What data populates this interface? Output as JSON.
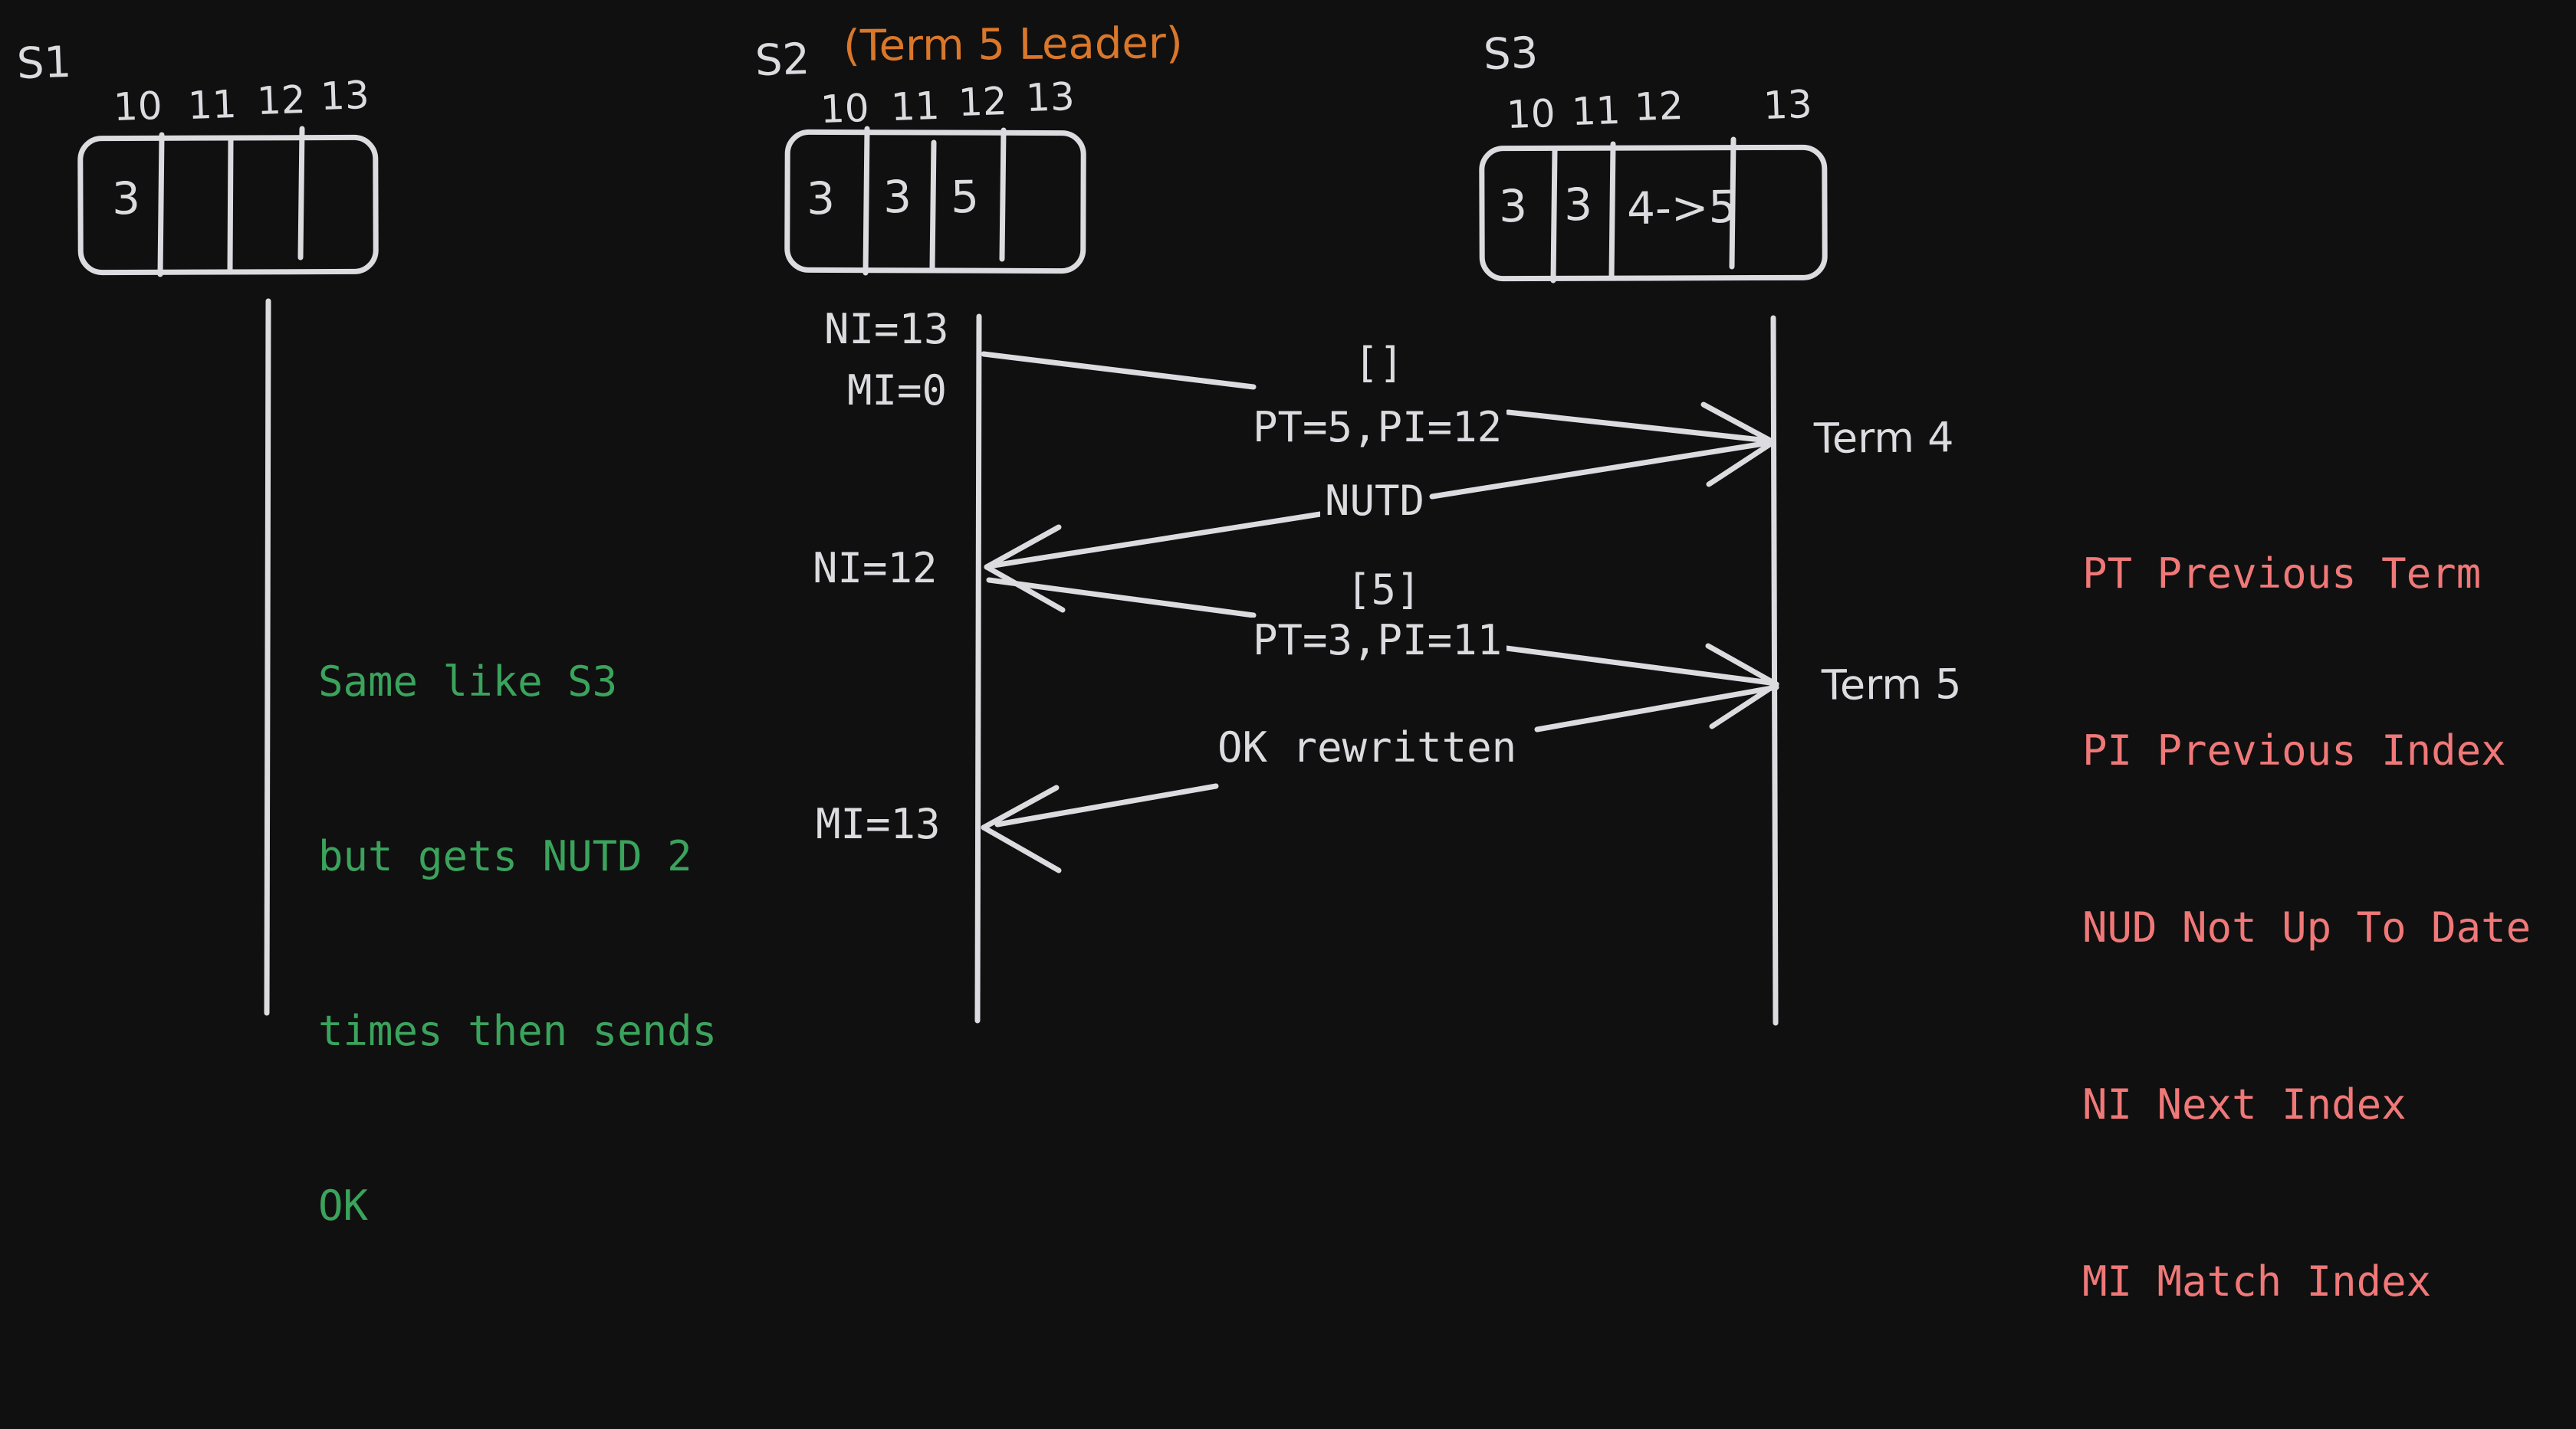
{
  "canvas": {
    "background": "#101010",
    "stroke_color": "#dcdce0",
    "orange": "#d9772a",
    "green": "#3aa35c",
    "red": "#f07878"
  },
  "servers": [
    {
      "label": "S1",
      "annotation": "",
      "indices": [
        "10",
        "11",
        "12",
        "13"
      ],
      "cells": [
        "3",
        "",
        "",
        ""
      ]
    },
    {
      "label": "S2",
      "annotation": "(Term 5 Leader)",
      "indices": [
        "10",
        "11",
        "12",
        "13"
      ],
      "cells": [
        "3",
        "3",
        "5",
        ""
      ]
    },
    {
      "label": "S3",
      "annotation": "",
      "indices": [
        "10",
        "11",
        "12",
        "13"
      ],
      "cells": [
        "3",
        "3",
        "4->5",
        ""
      ]
    }
  ],
  "sequence": {
    "s2_markers": [
      {
        "label": "NI=13"
      },
      {
        "label": "MI=0"
      },
      {
        "label": "NI=12"
      },
      {
        "label": "MI=13"
      }
    ],
    "s3_markers": [
      {
        "label": "Term 4"
      },
      {
        "label": "Term 5"
      }
    ],
    "messages": [
      {
        "payload": "[]",
        "detail": "PT=5,PI=12"
      },
      {
        "label": "NUTD"
      },
      {
        "payload": "[5]",
        "detail": "PT=3,PI=11"
      },
      {
        "label": "OK rewritten"
      }
    ]
  },
  "note": {
    "lines": [
      "Same like S3",
      "but gets NUTD 2",
      "times then sends",
      "OK"
    ]
  },
  "legend": {
    "items": [
      "PT Previous Term",
      "PI Previous Index",
      "NUD Not Up To Date",
      "NI Next Index",
      "MI Match Index"
    ]
  }
}
